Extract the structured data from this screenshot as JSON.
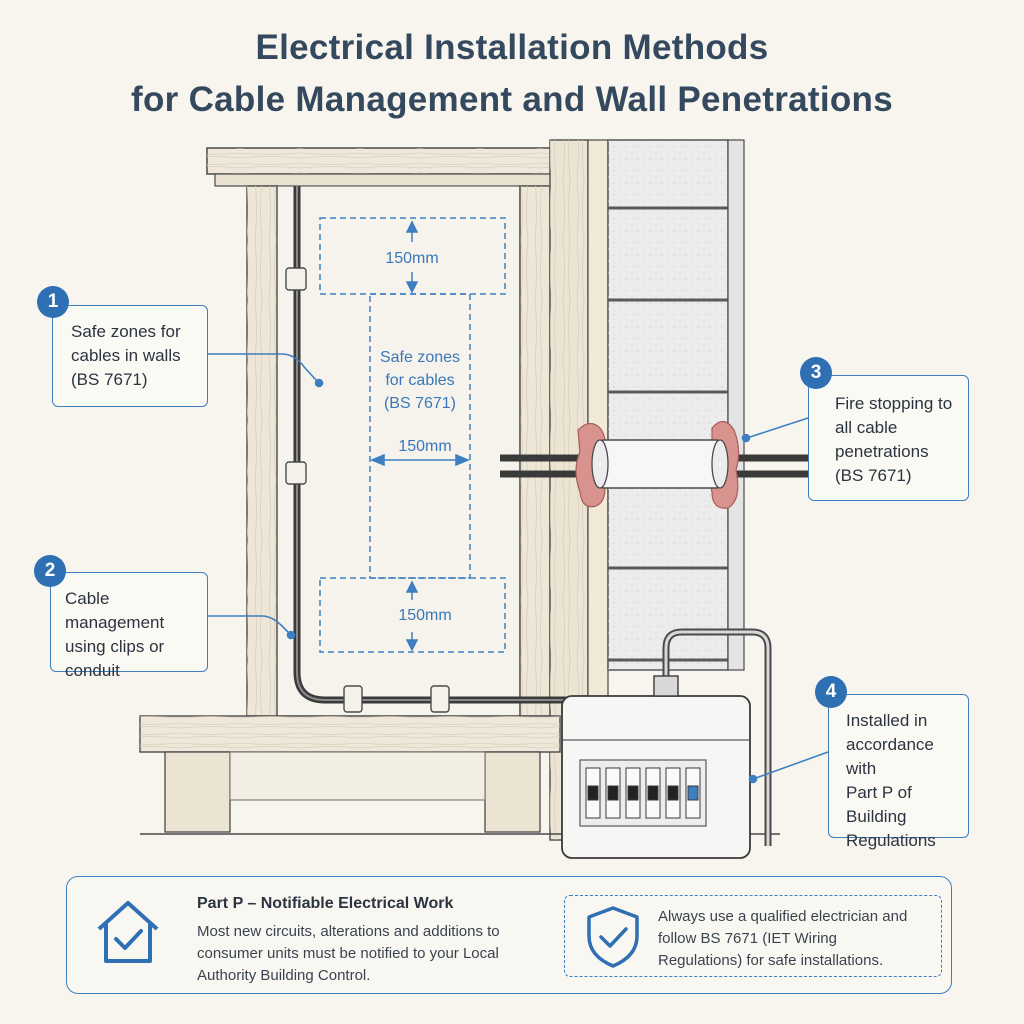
{
  "title": {
    "line1": "Electrical Installation Methods",
    "line2": "for Cable Management and Wall Penetrations"
  },
  "zones": {
    "top_dim": "150mm",
    "center_label": [
      "Safe zones",
      "for cables",
      "(BS 7671)"
    ],
    "center_dim": "150mm",
    "bottom_dim": "150mm"
  },
  "callouts": [
    {
      "number": "1",
      "lines": [
        "Safe zones for",
        "cables in walls",
        "(BS 7671)"
      ]
    },
    {
      "number": "2",
      "lines": [
        "Cable management",
        "using clips or",
        "conduit"
      ]
    },
    {
      "number": "3",
      "lines": [
        "Fire stopping to",
        "all cable",
        "penetrations",
        "(BS 7671)"
      ]
    },
    {
      "number": "4",
      "lines": [
        "Installed in",
        "accordance with",
        "Part P of",
        "Building",
        "Regulations"
      ]
    }
  ],
  "footer": {
    "heading": "Part P – Notifiable Electrical Work",
    "body": "Most new circuits, alterations and additions to consumer units must be notified to your Local Authority Building Control.",
    "note": "Always use a qualified electrician and follow BS 7671 (IET Wiring Regulations) for safe installations."
  },
  "icons": {
    "house": "house-check-icon",
    "shield": "shield-check-icon"
  },
  "colors": {
    "accent": "#2f6fb3",
    "fire_stop": "#d9938e",
    "background": "#f8f5ee"
  }
}
